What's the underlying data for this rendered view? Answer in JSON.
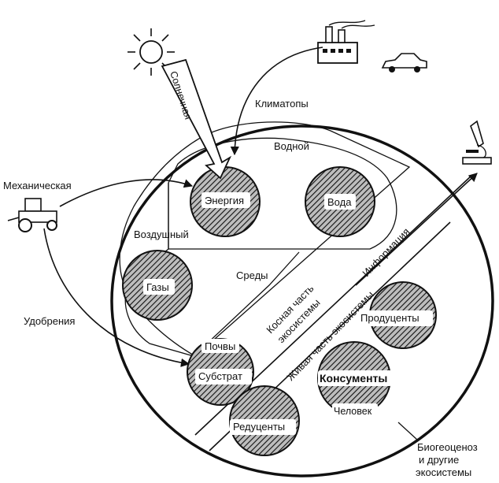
{
  "labels": {
    "solar": "Солнечная",
    "climatopes": "Климатопы",
    "water_env": "Водной",
    "mechanical": "Механическая",
    "energy": "Энергия",
    "water": "Вода",
    "air_env": "Воздушный",
    "environments": "Среды",
    "gases": "Газы",
    "fertilizers": "Удобрения",
    "information": "Информация",
    "inert_part_1": "Косная часть",
    "inert_part_2": "экосистемы",
    "living_part_1": "Живая часть экосистемы",
    "producers": "Продуценты",
    "soils": "Почвы",
    "substrate": "Субстрат",
    "consumers": "Консументы",
    "human": "Человек",
    "reducers": "Редуценты",
    "biogeocenosis_1": "Биогеоценоз",
    "biogeocenosis_2": "и другие",
    "biogeocenosis_3": "экосистемы"
  },
  "icons": [
    "sun-icon",
    "factory-icon",
    "car-icon",
    "tractor-icon",
    "microscope-icon"
  ]
}
